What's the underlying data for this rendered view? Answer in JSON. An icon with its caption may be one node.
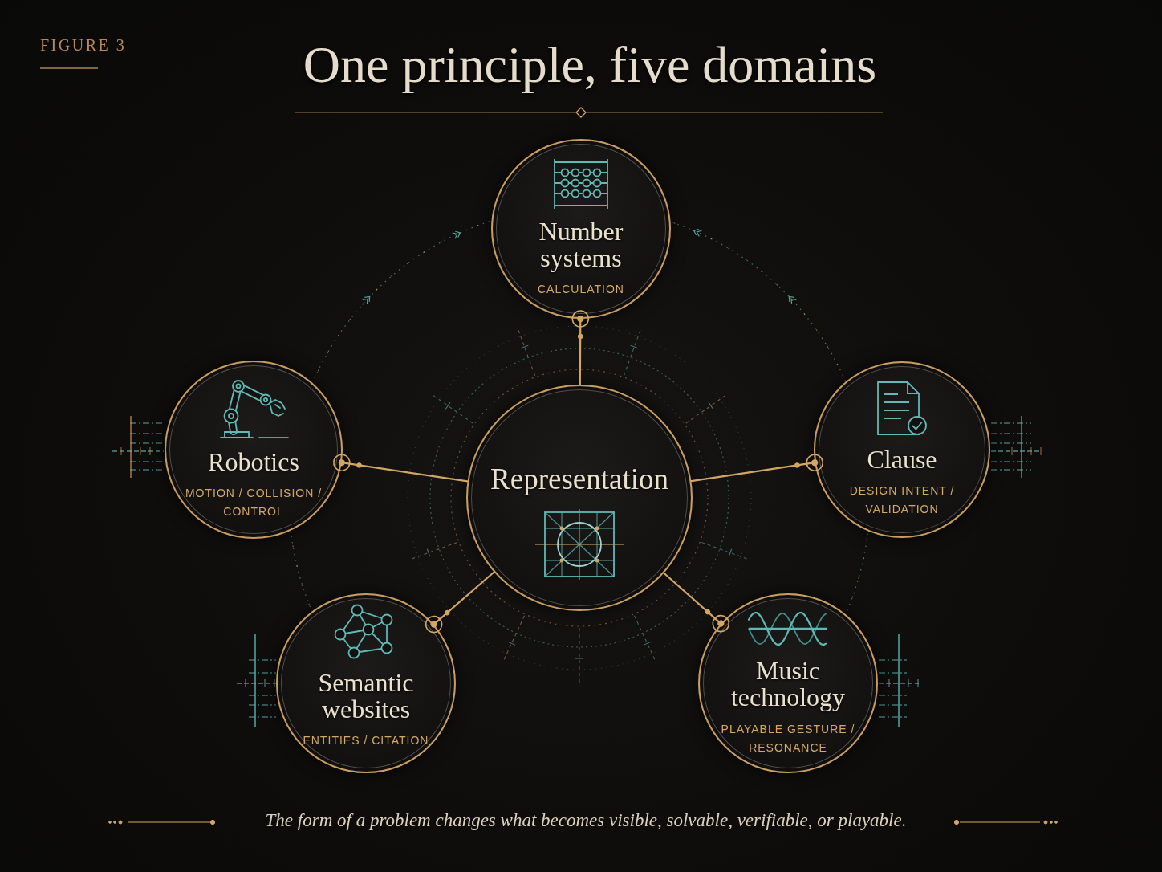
{
  "diagram": {
    "title": "One principle, five domains",
    "caption": "The form of a problem changes what becomes visible, solvable, verifiable, or playable.",
    "nodes": [
      {
        "text": [
          "Representation"
        ]
      },
      {
        "text": [
          "Number systems",
          "CALCULATION"
        ]
      },
      {
        "text": [
          "Robotics",
          "MOTION / COLLISION / CONTROL"
        ]
      },
      {
        "text": [
          "Clause",
          "DESIGN INTENT / VALIDATION"
        ]
      },
      {
        "text": [
          "Semantic websites",
          "ENTITIES / CITATION"
        ]
      },
      {
        "text": [
          "Music technology",
          "PLAYABLE GESTURE / RESONANCE"
        ]
      }
    ],
    "edges": [
      {
        "from": 0,
        "to": 1,
        "arrow": "other"
      },
      {
        "from": 0,
        "to": 2,
        "arrow": "other"
      },
      {
        "from": 0,
        "to": 3,
        "arrow": "other"
      },
      {
        "from": 0,
        "to": 4,
        "arrow": "other"
      },
      {
        "from": 0,
        "to": 5,
        "arrow": "other"
      }
    ],
    "labels": [
      "FIGURE 3"
    ]
  }
}
